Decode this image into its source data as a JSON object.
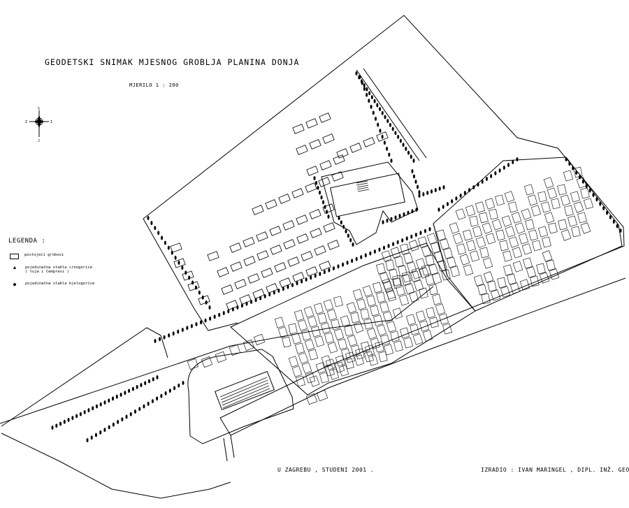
{
  "title": "GEODETSKI SNIMAK MJESNOG GROBLJA PLANINA DONJA",
  "scale": "MJERILO 1 : 200",
  "compass": {
    "north": "S",
    "south": "J",
    "west": "Z",
    "east": "I"
  },
  "legend": {
    "title": "LEGENDA :",
    "items": [
      {
        "symbol": "rect-icon",
        "text": "postojeći grobovi"
      },
      {
        "symbol": "conifer-tree-icon",
        "text": "pojedinačna stabla crnogorice",
        "text2": "( tuja i čempresi )"
      },
      {
        "symbol": "deciduous-tree-icon",
        "text": "pojedinačna stabla bjelogorice"
      }
    ]
  },
  "footer": {
    "place_date": "U ZAGREBU , STUDENI 2001 .",
    "author": "IZRADIO : IVAN MARINGEL , DIPL. INŽ. GEOD."
  },
  "colors": {
    "ink": "#000000",
    "paper": "#ffffff"
  }
}
